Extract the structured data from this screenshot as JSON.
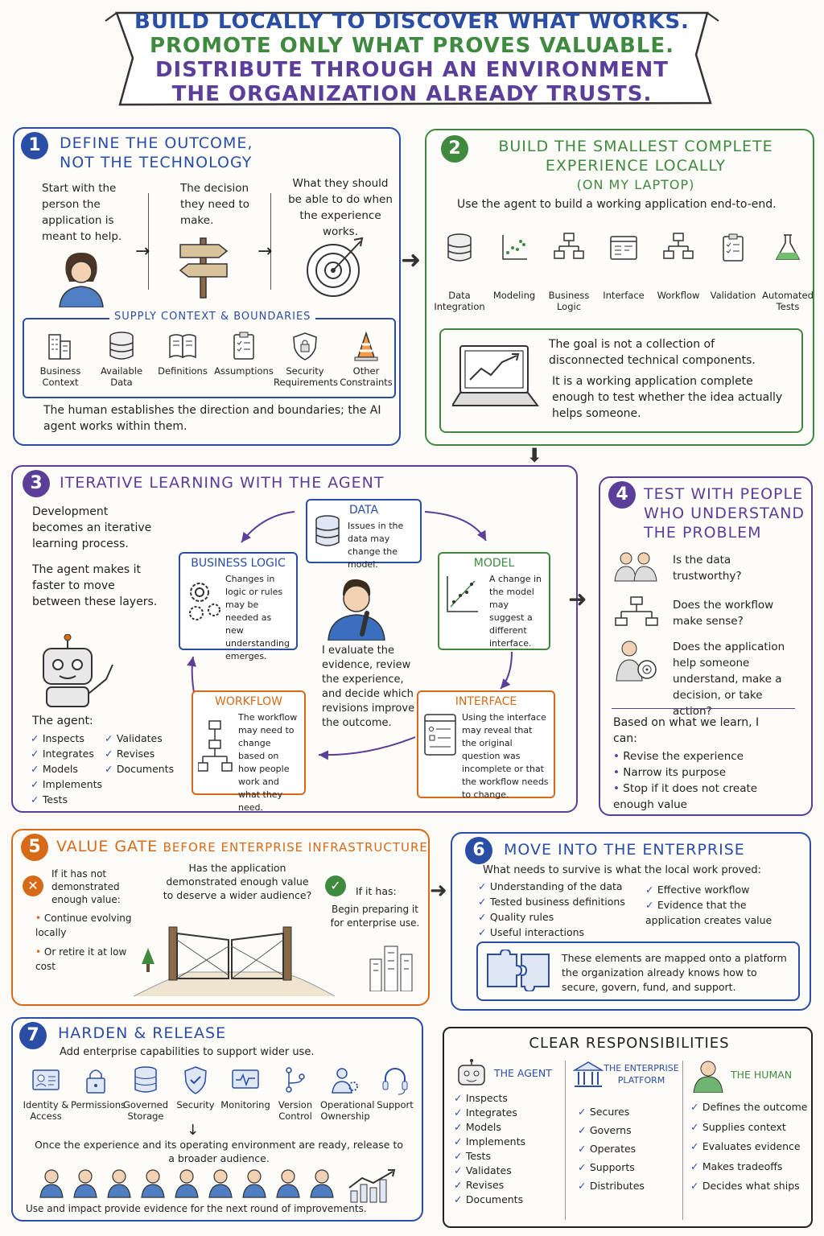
{
  "banner": {
    "line1": "BUILD LOCALLY TO DISCOVER WHAT WORKS.",
    "line2": "PROMOTE ONLY WHAT PROVES VALUABLE.",
    "line3": "DISTRIBUTE THROUGH AN ENVIRONMENT",
    "line4": "THE ORGANIZATION ALREADY TRUSTS."
  },
  "s1": {
    "num": "1",
    "title1": "DEFINE THE OUTCOME,",
    "title2": "NOT THE TECHNOLOGY",
    "col1": "Start with the person the application is meant to help.",
    "col2": "The decision they need to make.",
    "col3": "What they should be able to do when the experience works.",
    "context_title": "SUPPLY CONTEXT & BOUNDARIES",
    "context_items": [
      "Business Context",
      "Available Data",
      "Definitions",
      "Assumptions",
      "Security Requirements",
      "Other Constraints"
    ],
    "footer": "The human establishes the direction and boundaries; the AI agent works within them."
  },
  "s2": {
    "num": "2",
    "title1": "BUILD THE SMALLEST COMPLETE",
    "title2": "EXPERIENCE LOCALLY",
    "title3": "(ON MY LAPTOP)",
    "subtitle": "Use the agent to build a working application end-to-end.",
    "items": [
      "Data Integration",
      "Modeling",
      "Business Logic",
      "Interface",
      "Workflow",
      "Validation",
      "Automated Tests"
    ],
    "goal1": "The goal is not a collection of disconnected technical components.",
    "goal2": "It is a working application complete enough to test whether the idea actually helps someone."
  },
  "s3": {
    "num": "3",
    "title": "ITERATIVE LEARNING WITH THE AGENT",
    "p1": "Development becomes an iterative learning process.",
    "p2": "The agent makes it faster to move between these layers.",
    "agent_label": "The agent:",
    "agent_col1": [
      "Inspects",
      "Integrates",
      "Models",
      "Implements",
      "Tests"
    ],
    "agent_col2": [
      "Validates",
      "Revises",
      "Documents"
    ],
    "data_title": "DATA",
    "data_text": "Issues in the data may change the model.",
    "model_title": "MODEL",
    "model_text": "A change in the model may suggest a different interface.",
    "interface_title": "INTERFACE",
    "interface_text": "Using the interface may reveal that the original question was incomplete or that the workflow needs to change.",
    "workflow_title": "WORKFLOW",
    "workflow_text": "The workflow may need to change based on how people work and what they need.",
    "logic_title": "BUSINESS LOGIC",
    "logic_text": "Changes in logic or rules may be needed as new understanding emerges.",
    "center_text": "I evaluate the evidence, review the experience, and decide which revisions improve the outcome."
  },
  "s4": {
    "num": "4",
    "title1": "TEST WITH PEOPLE",
    "title2": "WHO UNDERSTAND",
    "title3": "THE PROBLEM",
    "q1": "Is the data trustworthy?",
    "q2": "Does the workflow make sense?",
    "q3": "Does the application help someone understand, make a decision, or take action?",
    "learn": "Based on what we learn, I can:",
    "actions": [
      "Revise the experience",
      "Narrow its purpose",
      "Stop if it does not create enough value"
    ]
  },
  "s5": {
    "num": "5",
    "title_a": "VALUE GATE",
    "title_b": "BEFORE ENTERPRISE INFRASTRUCTURE",
    "no": "If it has not demonstrated enough value:",
    "no_items": [
      "Continue evolving locally",
      "Or retire it at low cost"
    ],
    "question": "Has the application demonstrated enough value to deserve a wider audience?",
    "yes": "If it has:",
    "yes_text": "Begin preparing it for enterprise use."
  },
  "s6": {
    "num": "6",
    "title": "MOVE INTO THE ENTERPRISE",
    "subtitle": "What needs to survive is what the local work proved:",
    "col1": [
      "Understanding of the data",
      "Tested business definitions",
      "Quality rules",
      "Useful interactions"
    ],
    "col2": [
      "Effective workflow",
      "Evidence that the application creates value"
    ],
    "mapped": "These elements are mapped onto a platform the organization already knows how to secure, govern, fund, and support."
  },
  "s7": {
    "num": "7",
    "title": "HARDEN & RELEASE",
    "subtitle": "Add enterprise capabilities to support wider use.",
    "items": [
      "Identity & Access",
      "Permissions",
      "Governed Storage",
      "Security",
      "Monitoring",
      "Version Control",
      "Operational Ownership",
      "Support"
    ],
    "ready": "Once the experience and its operating environment are ready, release to a broader audience.",
    "footer": "Use and impact provide evidence for the next round of improvements."
  },
  "resp": {
    "title": "CLEAR RESPONSIBILITIES",
    "agent_title": "THE AGENT",
    "agent_items": [
      "Inspects",
      "Integrates",
      "Models",
      "Implements",
      "Tests",
      "Validates",
      "Revises",
      "Documents"
    ],
    "platform_title": "THE ENTERPRISE PLATFORM",
    "platform_items": [
      "Secures",
      "Governs",
      "Operates",
      "Supports",
      "Distributes"
    ],
    "human_title": "THE HUMAN",
    "human_items": [
      "Defines the outcome",
      "Supplies context",
      "Evaluates evidence",
      "Makes tradeoffs",
      "Decides what ships"
    ]
  },
  "colors": {
    "blue": "#2a4ea6",
    "green": "#3f8a3f",
    "purple": "#5a3e99",
    "orange": "#d66a18",
    "navy": "#1f2f6b"
  }
}
